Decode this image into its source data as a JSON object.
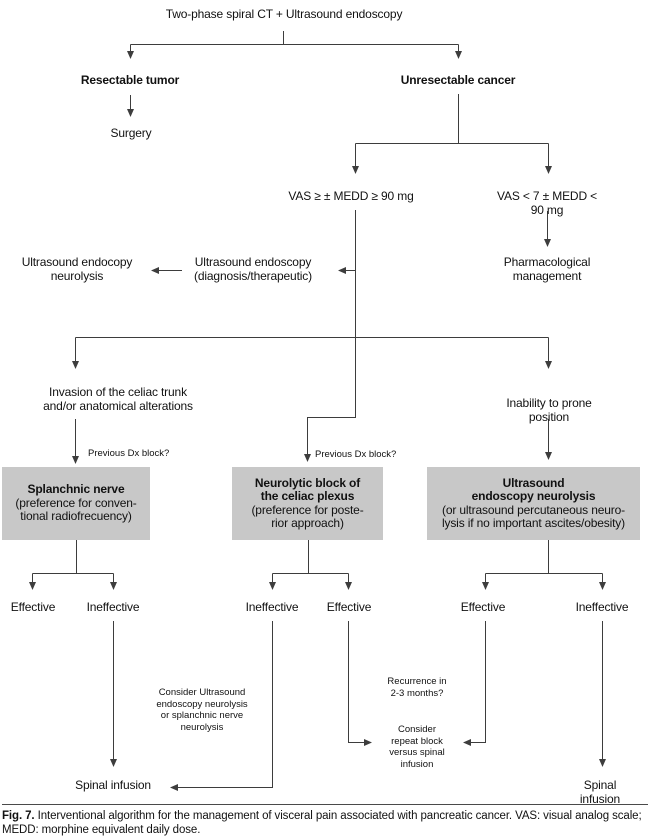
{
  "nodes": {
    "root": "Two-phase spiral CT + Ultrasound endoscopy",
    "resectable": "Resectable tumor",
    "surgery": "Surgery",
    "unresectable": "Unresectable cancer",
    "vas_high": "VAS ≥ ± MEDD ≥ 90 mg",
    "vas_low": "VAS < 7 ± MEDD < 90 mg",
    "pharmacological": "Pharmacological\nmanagement",
    "ue_diagnostic": "Ultrasound endoscopy\n(diagnosis/therapeutic)",
    "ue_neurolysis": "Ultrasound endocopy\nneurolysis",
    "invasion": "Invasion of the celiac trunk\nand/or anatomical alterations",
    "inability": "Inability to prone position",
    "previous_dx_left": "Previous Dx block?",
    "previous_dx_mid": "Previous Dx block?",
    "spinal_left": "Spinal infusion",
    "spinal_right": "Spinal infusion"
  },
  "boxes": {
    "splanchnic": {
      "title": "Splanchnic nerve",
      "subtitle": "(preference for conven-\ntional radiofrecuency)"
    },
    "neurolytic": {
      "title": "Neurolytic block of\nthe celiac plexus",
      "subtitle": "(preference for poste-\nrior approach)"
    },
    "ultrasound": {
      "title": "Ultrasound\nendoscopy neurolysis",
      "subtitle": "(or ultrasound percutaneous neuro-\nlysis if no important ascites/obesity)"
    }
  },
  "outcomes": {
    "left_effective": "Effective",
    "left_ineffective": "Ineffective",
    "mid_ineffective": "Ineffective",
    "mid_effective": "Effective",
    "right_effective": "Effective",
    "right_ineffective": "Ineffective"
  },
  "notes": {
    "consider_ue": "Consider Ultrasound\nendoscopy neurolysis\nor splanchnic nerve\nneurolysis",
    "recurrence": "Recurrence in\n2-3 months?",
    "consider_repeat": "Consider\nrepeat block\nversus spinal\ninfusion"
  },
  "caption": {
    "label": "Fig. 7.",
    "text": " Interventional algorithm for the management of visceral pain associated with pancreatic cancer. VAS: visual analog scale; MEDD: morphine equivalent daily dose."
  },
  "colors": {
    "box_fill": "#c8c8c8",
    "line": "#3d3d3d",
    "text": "#111111",
    "background": "#ffffff"
  }
}
